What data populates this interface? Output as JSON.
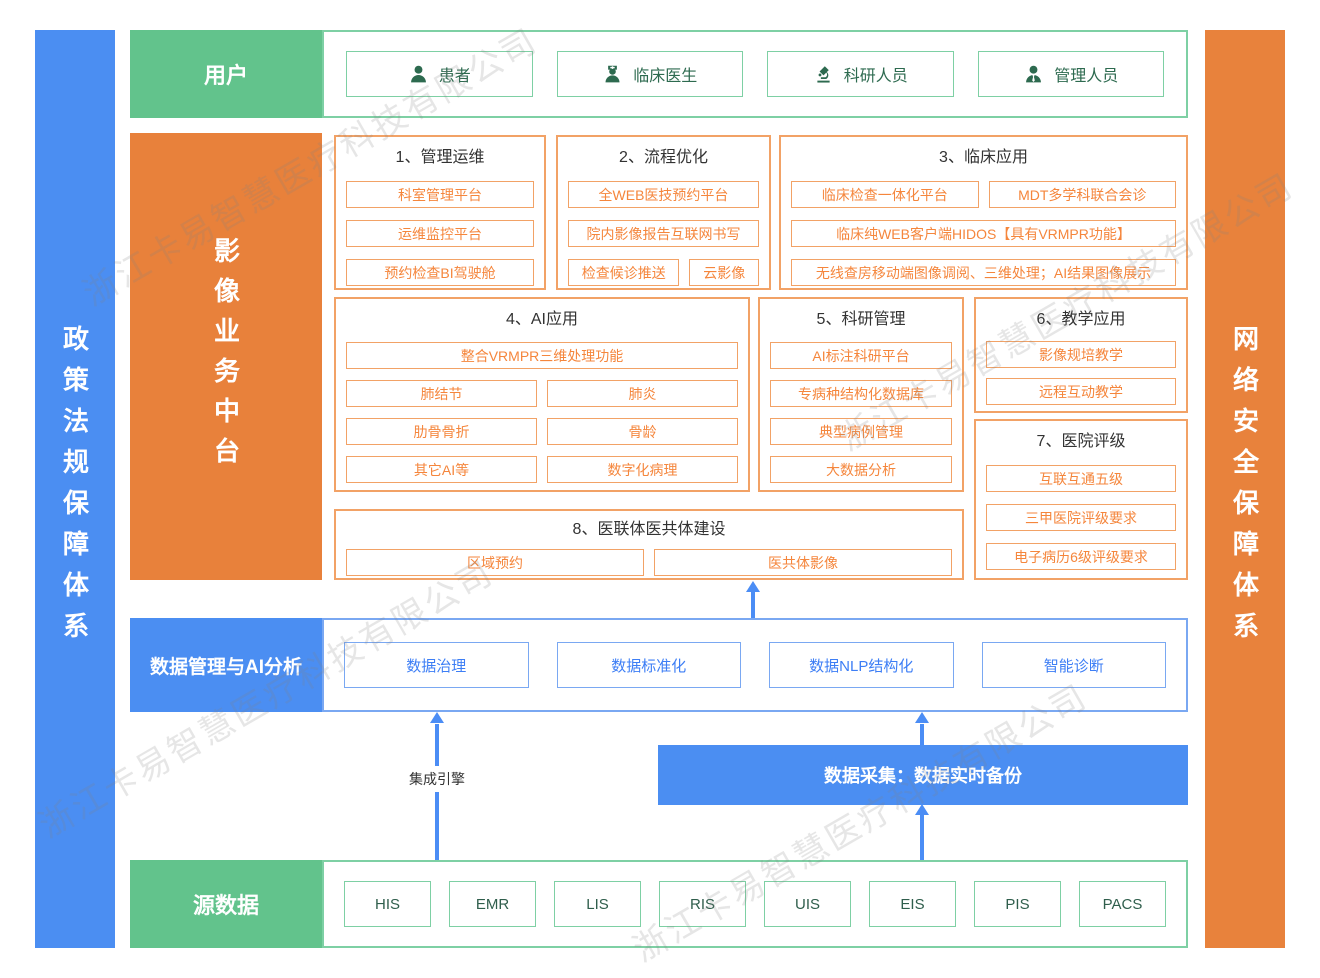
{
  "watermark": "浙江卡易智慧医疗科技有限公司",
  "left_bar": "政策法规保障体系",
  "right_bar": "网络安全保障体系",
  "users": {
    "label": "用户",
    "items": [
      {
        "icon": "patient-icon",
        "label": "患者"
      },
      {
        "icon": "doctor-icon",
        "label": "临床医生"
      },
      {
        "icon": "researcher-icon",
        "label": "科研人员"
      },
      {
        "icon": "manager-icon",
        "label": "管理人员"
      }
    ]
  },
  "platform": {
    "label": "影像业务中台",
    "sections": [
      {
        "title": "1、管理运维",
        "rows": [
          [
            "科室管理平台"
          ],
          [
            "运维监控平台"
          ],
          [
            "预约检查BI驾驶舱"
          ]
        ]
      },
      {
        "title": "2、流程优化",
        "rows": [
          [
            "全WEB医技预约平台"
          ],
          [
            "院内影像报告互联网书写"
          ],
          [
            "检查候诊推送",
            "云影像"
          ]
        ]
      },
      {
        "title": "3、临床应用",
        "rows": [
          [
            "临床检查一体化平台",
            "MDT多学科联合会诊"
          ],
          [
            "临床纯WEB客户端HIDOS【具有VRMPR功能】"
          ],
          [
            "无线查房移动端图像调阅、三维处理；AI结果图像展示"
          ]
        ]
      },
      {
        "title": "4、AI应用",
        "rows": [
          [
            "整合VRMPR三维处理功能"
          ],
          [
            "肺结节",
            "肺炎"
          ],
          [
            "肋骨骨折",
            "骨龄"
          ],
          [
            "其它AI等",
            "数字化病理"
          ]
        ]
      },
      {
        "title": "5、科研管理",
        "rows": [
          [
            "AI标注科研平台"
          ],
          [
            "专病种结构化数据库"
          ],
          [
            "典型病例管理"
          ],
          [
            "大数据分析"
          ]
        ]
      },
      {
        "title": "6、教学应用",
        "rows": [
          [
            "影像规培教学"
          ],
          [
            "远程互动教学"
          ]
        ]
      },
      {
        "title": "7、医院评级",
        "rows": [
          [
            "互联互通五级"
          ],
          [
            "三甲医院评级要求"
          ],
          [
            "电子病历6级评级要求"
          ]
        ]
      },
      {
        "title": "8、医联体医共体建设",
        "rows": [
          [
            "区域预约",
            "医共体影像"
          ]
        ]
      }
    ]
  },
  "data_mgmt": {
    "label": "数据管理与AI分析",
    "items": [
      "数据治理",
      "数据标准化",
      "数据NLP结构化",
      "智能诊断"
    ]
  },
  "integration_engine": "集成引擎",
  "data_collection": "数据采集：数据实时备份",
  "source": {
    "label": "源数据",
    "items": [
      "HIS",
      "EMR",
      "LIS",
      "RIS",
      "UIS",
      "EIS",
      "PIS",
      "PACS"
    ]
  },
  "colors": {
    "green_fill": "#62c38c",
    "green_border": "#7ed0a4",
    "green_text": "#2d6a4f",
    "orange_fill": "#e8813b",
    "orange_border": "#f2a266",
    "orange_text": "#f5863c",
    "blue_fill": "#4b8ef2",
    "blue_border": "#7aa8f2",
    "blue_text": "#3d7ef5",
    "arrow": "#4b8df5",
    "title_text": "#333333"
  }
}
